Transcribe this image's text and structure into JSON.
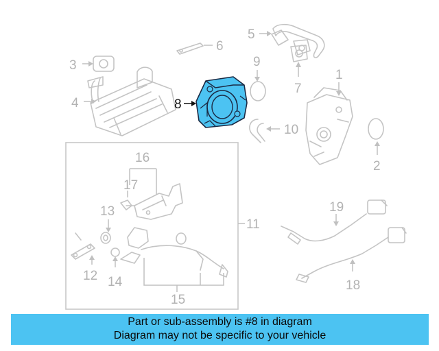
{
  "labels": {
    "l1": "1",
    "l2": "2",
    "l3": "3",
    "l4": "4",
    "l5": "5",
    "l6": "6",
    "l7": "7",
    "l8": "8",
    "l9": "9",
    "l10": "10",
    "l11": "11",
    "l12": "12",
    "l13": "13",
    "l14": "14",
    "l15": "15",
    "l16": "16",
    "l17": "17",
    "l18": "18",
    "l19": "19"
  },
  "highlight": {
    "part_number": "8",
    "color": "#4cc3f2"
  },
  "banner": {
    "line1": "Part or sub-assembly is #8 in diagram",
    "line2": "Diagram may not be specific to your vehicle",
    "color": "#4cc3f2"
  }
}
